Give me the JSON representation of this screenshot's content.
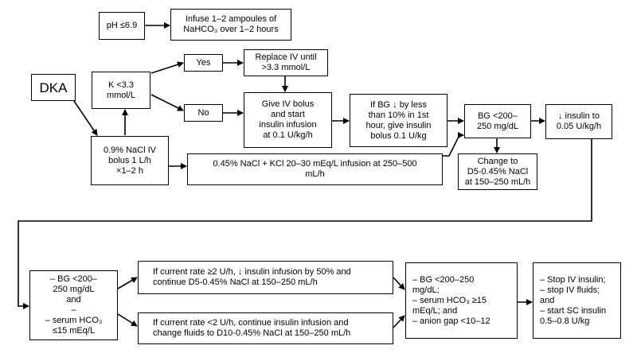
{
  "nodes": {
    "ph": {
      "lines": [
        "pH ≤6.9"
      ]
    },
    "infuse": {
      "lines": [
        "Infuse 1–2 ampoules of",
        "NaHCO₃ over 1–2 hours"
      ]
    },
    "dka": {
      "lines": [
        "DKA"
      ]
    },
    "k": {
      "lines": [
        "K <3.3",
        "mmol/L"
      ]
    },
    "yes": {
      "lines": [
        "Yes"
      ]
    },
    "no": {
      "lines": [
        "No"
      ]
    },
    "replace": {
      "lines": [
        "Replace IV until",
        ">3.3 mmol/L"
      ]
    },
    "bolus": {
      "lines": [
        "Give IV bolus",
        "and start",
        "insulin infusion",
        "at 0.1 U/kg/h"
      ]
    },
    "bg_drop": {
      "lines": [
        "If BG ↓ by less",
        "than 10% in 1st",
        "hour, give insulin",
        "bolus 0.1 U/kg"
      ]
    },
    "bg200": {
      "lines": [
        "BG <200–",
        "250 mg/dL"
      ]
    },
    "reduce": {
      "lines": [
        "↓ insulin to",
        "0.05 U/kg/h"
      ]
    },
    "nacl": {
      "lines": [
        "0.9% NaCl IV",
        "bolus 1 L/h",
        "×1–2 h"
      ]
    },
    "kcl": {
      "lines": [
        "0.45% NaCl + KCl 20–30 mEq/L infusion at 250–500",
        "mL/h"
      ]
    },
    "d5": {
      "lines": [
        "Change to",
        "D5-0.45% NaCl",
        "at 150–250 mL/h"
      ]
    },
    "crit1": {
      "lines": [
        "– BG <200–",
        "250 mg/dL",
        "and",
        "–",
        "– serum HCO₃",
        "≤15 mEq/L"
      ]
    },
    "rate_high": {
      "lines": [
        "If current rate ≥2 U/h, ↓ insulin infusion by 50% and",
        "continue D5-0.45% NaCl at 150–250 mL/h"
      ]
    },
    "rate_low": {
      "lines": [
        "If current rate <2 U/h, continue insulin infusion and",
        "change fluids to D10-0.45% NaCl at 150–250 mL/h"
      ]
    },
    "crit2": {
      "lines": [
        "– BG <200–250",
        "mg/dL;",
        "– serum HCO₃ ≥15",
        "mEq/L; and",
        "– anion gap <10–12"
      ]
    },
    "stop": {
      "lines": [
        "– Stop IV insulin;",
        "– stop IV fluids;",
        "and",
        "– start SC insulin",
        "0.5–0.8 U/kg"
      ]
    }
  }
}
